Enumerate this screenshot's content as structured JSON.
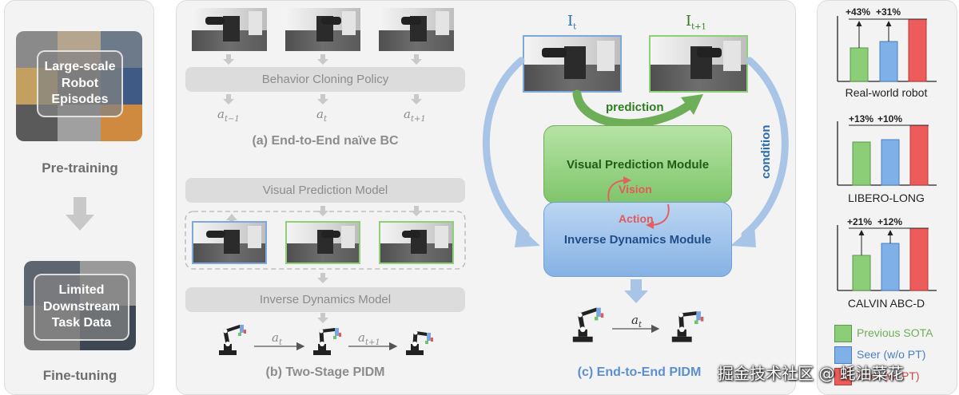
{
  "left_panel": {
    "pretrain_box": [
      "Large-scale",
      "Robot",
      "Episodes"
    ],
    "pretrain_label": "Pre-training",
    "finetune_box": [
      "Limited",
      "Downstream",
      "Task Data"
    ],
    "finetune_label": "Fine-tuning"
  },
  "panel_a": {
    "policy_label": "Behavior Cloning Policy",
    "actions": [
      {
        "base": "a",
        "sub": "t−1"
      },
      {
        "base": "a",
        "sub": "t"
      },
      {
        "base": "a",
        "sub": "t+1"
      }
    ],
    "caption": "(a) End-to-End naïve BC"
  },
  "panel_b": {
    "vpm_label": "Visual Prediction Model",
    "idm_label": "Inverse Dynamics Model",
    "actions": [
      {
        "base": "a",
        "sub": "t"
      },
      {
        "base": "a",
        "sub": "t+1"
      }
    ],
    "caption": "(b) Two-Stage PIDM"
  },
  "panel_c": {
    "frame_now": {
      "base": "I",
      "sub": "t"
    },
    "frame_next": {
      "base": "I",
      "sub": "t+1"
    },
    "prediction_label": "prediction",
    "condition_label": "condition",
    "vpm_label": "Visual Prediction Module",
    "vision_label": "Vision",
    "action_label": "Action",
    "idm_label": "Inverse Dynamics Module",
    "action_symbol": {
      "base": "a",
      "sub": "t"
    },
    "caption": "(c) End-to-End PIDM"
  },
  "results": {
    "charts": [
      {
        "label": "Real-world robot",
        "gains": [
          "+43%",
          "+31%"
        ]
      },
      {
        "label": "LIBERO-LONG",
        "gains": [
          "+13%",
          "+10%"
        ]
      },
      {
        "label": "CALVIN ABC-D",
        "gains": [
          "+21%",
          "+12%"
        ]
      }
    ],
    "legend": [
      {
        "label": "Previous SOTA",
        "color": "#8ccd78"
      },
      {
        "label": "Seer (w/o PT)",
        "color": "#7fb0e8"
      },
      {
        "label": "Seer (w/ PT)",
        "color": "#ee5b5b"
      }
    ]
  },
  "watermark": "掘金技术社区 @ 蚝油菜花",
  "colors": {
    "green": "#8ccd78",
    "blue": "#7fb0e8",
    "red": "#ee5b5b",
    "title_green": "#2e7d1f",
    "title_blue": "#2b6cb0",
    "frame_blue": "#7da8dc",
    "frame_green": "#8fcf7a"
  }
}
